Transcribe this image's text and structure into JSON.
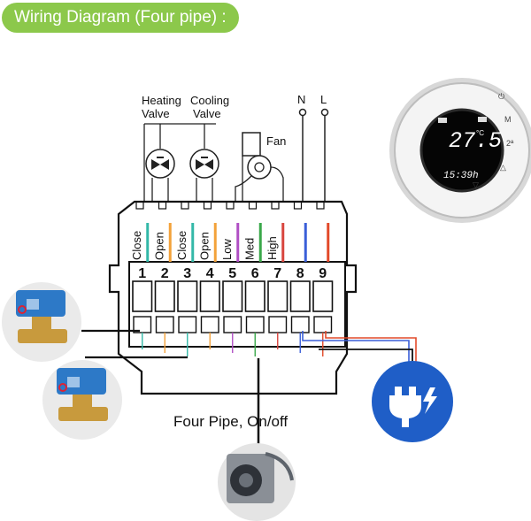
{
  "header": {
    "title": "Wiring Diagram (Four pipe) :"
  },
  "valves": {
    "heating_line1": "Heating",
    "heating_line2": "Valve",
    "cooling_line1": "Cooling",
    "cooling_line2": "Valve"
  },
  "fan_label": "Fan",
  "power_labels": {
    "neutral": "N",
    "live": "L"
  },
  "terminals": [
    {
      "number": "1",
      "label": "Close",
      "wire_color": "#33b8a8"
    },
    {
      "number": "2",
      "label": "Open",
      "wire_color": "#f3a23a"
    },
    {
      "number": "3",
      "label": "Close",
      "wire_color": "#33b8a8"
    },
    {
      "number": "4",
      "label": "Open",
      "wire_color": "#f3a23a"
    },
    {
      "number": "5",
      "label": "Low",
      "wire_color": "#b04fc4"
    },
    {
      "number": "6",
      "label": "Med",
      "wire_color": "#3aa84a"
    },
    {
      "number": "7",
      "label": "High",
      "wire_color": "#d8453e"
    },
    {
      "number": "8",
      "label": "",
      "wire_color": "#3a5fd8"
    },
    {
      "number": "9",
      "label": "",
      "wire_color": "#e24a2a"
    }
  ],
  "caption": "Four Pipe, On/off",
  "thermostat_display": {
    "temperature": "27.5",
    "unit": "°C",
    "clock": "15:39h"
  },
  "thermostat_buttons": [
    "M",
    "2ª"
  ],
  "colors": {
    "accent": "#8cc84b",
    "power_badge": "#1f5ec7"
  }
}
